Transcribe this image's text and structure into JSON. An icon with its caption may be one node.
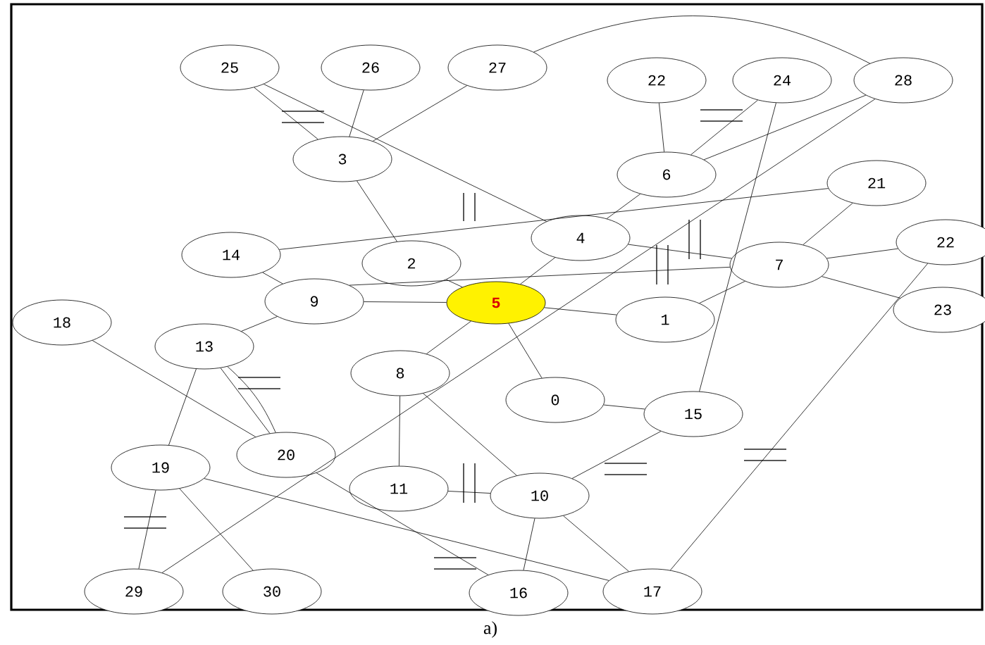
{
  "diagram": {
    "caption": "a)",
    "nodes": [
      {
        "text": [
          "25"
        ]
      },
      {
        "text": [
          "26"
        ]
      },
      {
        "text": [
          "27"
        ]
      },
      {
        "text": [
          "22"
        ]
      },
      {
        "text": [
          "24"
        ]
      },
      {
        "text": [
          "28"
        ]
      },
      {
        "text": [
          "3"
        ]
      },
      {
        "text": [
          "6"
        ]
      },
      {
        "text": [
          "21"
        ]
      },
      {
        "text": [
          "2"
        ]
      },
      {
        "text": [
          "4"
        ]
      },
      {
        "text": [
          "14"
        ]
      },
      {
        "text": [
          "22"
        ]
      },
      {
        "text": [
          "7"
        ]
      },
      {
        "text": [
          "9"
        ]
      },
      {
        "text": [
          "5"
        ]
      },
      {
        "text": [
          "18"
        ]
      },
      {
        "text": [
          "23"
        ]
      },
      {
        "text": [
          "1"
        ]
      },
      {
        "text": [
          "13"
        ]
      },
      {
        "text": [
          "8"
        ]
      },
      {
        "text": [
          "0"
        ]
      },
      {
        "text": [
          "15"
        ]
      },
      {
        "text": [
          "20"
        ]
      },
      {
        "text": [
          "19"
        ]
      },
      {
        "text": [
          "11"
        ]
      },
      {
        "text": [
          "10"
        ]
      },
      {
        "text": [
          "29"
        ]
      },
      {
        "text": [
          "30"
        ]
      },
      {
        "text": [
          "16"
        ]
      },
      {
        "text": [
          "17"
        ]
      }
    ],
    "edges": [
      {
        "from": 0,
        "to": 6,
        "arrow": "none"
      },
      {
        "from": 0,
        "to": 10,
        "arrow": "none"
      },
      {
        "from": 1,
        "to": 6,
        "arrow": "none"
      },
      {
        "from": 2,
        "to": 6,
        "arrow": "none"
      },
      {
        "from": 2,
        "to": 5,
        "arrow": "none"
      },
      {
        "from": 6,
        "to": 9,
        "arrow": "none"
      },
      {
        "from": 9,
        "to": 15,
        "arrow": "none"
      },
      {
        "from": 11,
        "to": 8,
        "arrow": "none"
      },
      {
        "from": 11,
        "to": 14,
        "arrow": "none"
      },
      {
        "from": 14,
        "to": 15,
        "arrow": "none"
      },
      {
        "from": 14,
        "to": 13,
        "arrow": "none"
      },
      {
        "from": 10,
        "to": 15,
        "arrow": "none"
      },
      {
        "from": 10,
        "to": 13,
        "arrow": "none"
      },
      {
        "from": 7,
        "to": 10,
        "arrow": "none"
      },
      {
        "from": 3,
        "to": 7,
        "arrow": "none"
      },
      {
        "from": 4,
        "to": 7,
        "arrow": "none"
      },
      {
        "from": 5,
        "to": 7,
        "arrow": "none"
      },
      {
        "from": 4,
        "to": 22,
        "arrow": "none"
      },
      {
        "from": 5,
        "to": 27,
        "arrow": "none"
      },
      {
        "from": 8,
        "to": 13,
        "arrow": "none"
      },
      {
        "from": 13,
        "to": 18,
        "arrow": "none"
      },
      {
        "from": 13,
        "to": 12,
        "arrow": "none"
      },
      {
        "from": 13,
        "to": 17,
        "arrow": "none"
      },
      {
        "from": 15,
        "to": 18,
        "arrow": "none"
      },
      {
        "from": 15,
        "to": 21,
        "arrow": "none"
      },
      {
        "from": 15,
        "to": 20,
        "arrow": "none"
      },
      {
        "from": 21,
        "to": 22,
        "arrow": "none"
      },
      {
        "from": 22,
        "to": 26,
        "arrow": "none"
      },
      {
        "from": 19,
        "to": 14,
        "arrow": "none"
      },
      {
        "from": 19,
        "to": 24,
        "arrow": "none"
      },
      {
        "from": 19,
        "to": 23,
        "arrow": "none"
      },
      {
        "from": 19,
        "to": 23,
        "arrow": "none"
      },
      {
        "from": 16,
        "to": 23,
        "arrow": "none"
      },
      {
        "from": 24,
        "to": 27,
        "arrow": "none"
      },
      {
        "from": 24,
        "to": 28,
        "arrow": "none"
      },
      {
        "from": 24,
        "to": 30,
        "arrow": "none"
      },
      {
        "from": 23,
        "to": 29,
        "arrow": "none"
      },
      {
        "from": 20,
        "to": 25,
        "arrow": "none"
      },
      {
        "from": 20,
        "to": 26,
        "arrow": "none"
      },
      {
        "from": 25,
        "to": 26,
        "arrow": "none"
      },
      {
        "from": 26,
        "to": 29,
        "arrow": "none"
      },
      {
        "from": 26,
        "to": 30,
        "arrow": "none"
      },
      {
        "from": 12,
        "to": 30,
        "arrow": "none"
      }
    ]
  }
}
